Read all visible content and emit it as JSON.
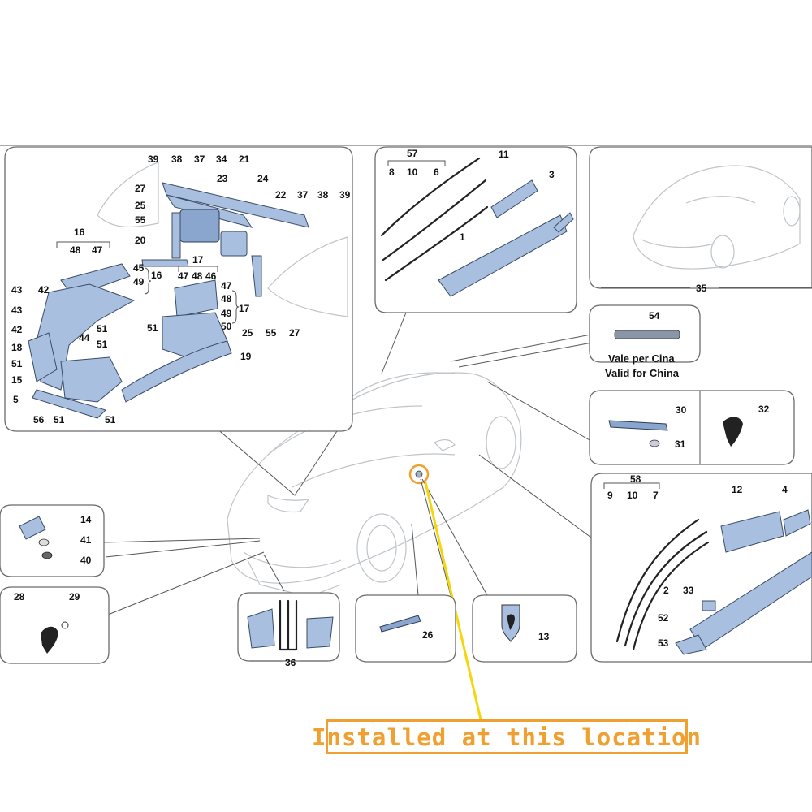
{
  "panels": {
    "interior": {
      "labels": [
        "39",
        "38",
        "37",
        "34",
        "21",
        "27",
        "23",
        "24",
        "22",
        "37",
        "38",
        "39",
        "25",
        "55",
        "20",
        "16",
        "48",
        "47",
        "45",
        "49",
        "16",
        "17",
        "47",
        "48",
        "46",
        "47",
        "48",
        "17",
        "49",
        "50",
        "43",
        "42",
        "43",
        "44",
        "51",
        "51",
        "42",
        "18",
        "51",
        "51",
        "15",
        "5",
        "56",
        "51",
        "51",
        "25",
        "55",
        "27",
        "19"
      ]
    },
    "trim_top": {
      "labels": [
        "57",
        "8",
        "10",
        "6",
        "11",
        "3",
        "1"
      ]
    },
    "car_view": {
      "labels": [
        "35"
      ]
    },
    "badge": {
      "labels": [
        "54"
      ],
      "note_it": "Vale per Cina",
      "note_en": "Valid for China"
    },
    "script_badge": {
      "labels": [
        "30",
        "31",
        "32"
      ]
    },
    "trim_bottom": {
      "labels": [
        "58",
        "9",
        "10",
        "7",
        "12",
        "4",
        "2",
        "33",
        "52",
        "53"
      ]
    },
    "front_badge": {
      "labels": [
        "14",
        "41",
        "40"
      ]
    },
    "horse": {
      "labels": [
        "28",
        "29"
      ]
    },
    "mats": {
      "labels": [
        "36"
      ]
    },
    "clip": {
      "labels": [
        "26"
      ]
    },
    "shield": {
      "labels": [
        "13"
      ]
    }
  },
  "callout": {
    "text": "Installed at this location",
    "color": "#f0a030"
  },
  "colors": {
    "part_fill": "#a9bfe0",
    "callout_line": "#f5d60a"
  }
}
